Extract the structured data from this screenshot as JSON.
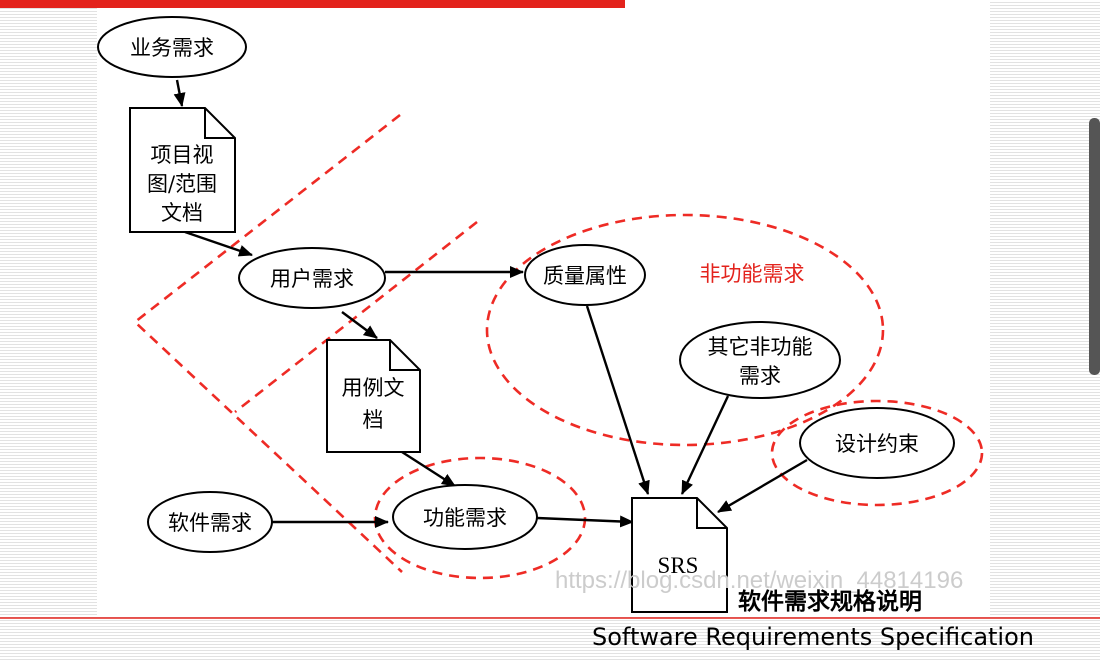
{
  "labels": {
    "business": "业务需求",
    "vision_doc": [
      "项目视",
      "图/范围",
      "文档"
    ],
    "user": "用户需求",
    "use_case_doc": [
      "用例文",
      "档"
    ],
    "functional": "功能需求",
    "software": "软件需求",
    "quality": "质量属性",
    "nonfunctional": "非功能需求",
    "other_nonfunctional": [
      "其它非功能",
      "需求"
    ],
    "design_constraints": "设计约束",
    "srs": "SRS",
    "srs_cn": "软件需求规格说明",
    "srs_en": "Software Requirements Specification"
  },
  "watermark": "https://blog.csdn.net/weixin_44814196",
  "colors": {
    "accent_red": "#e3231c",
    "dashed_red": "#ee2b25",
    "watermark": "#cccccc",
    "scrollbar": "#555555"
  }
}
